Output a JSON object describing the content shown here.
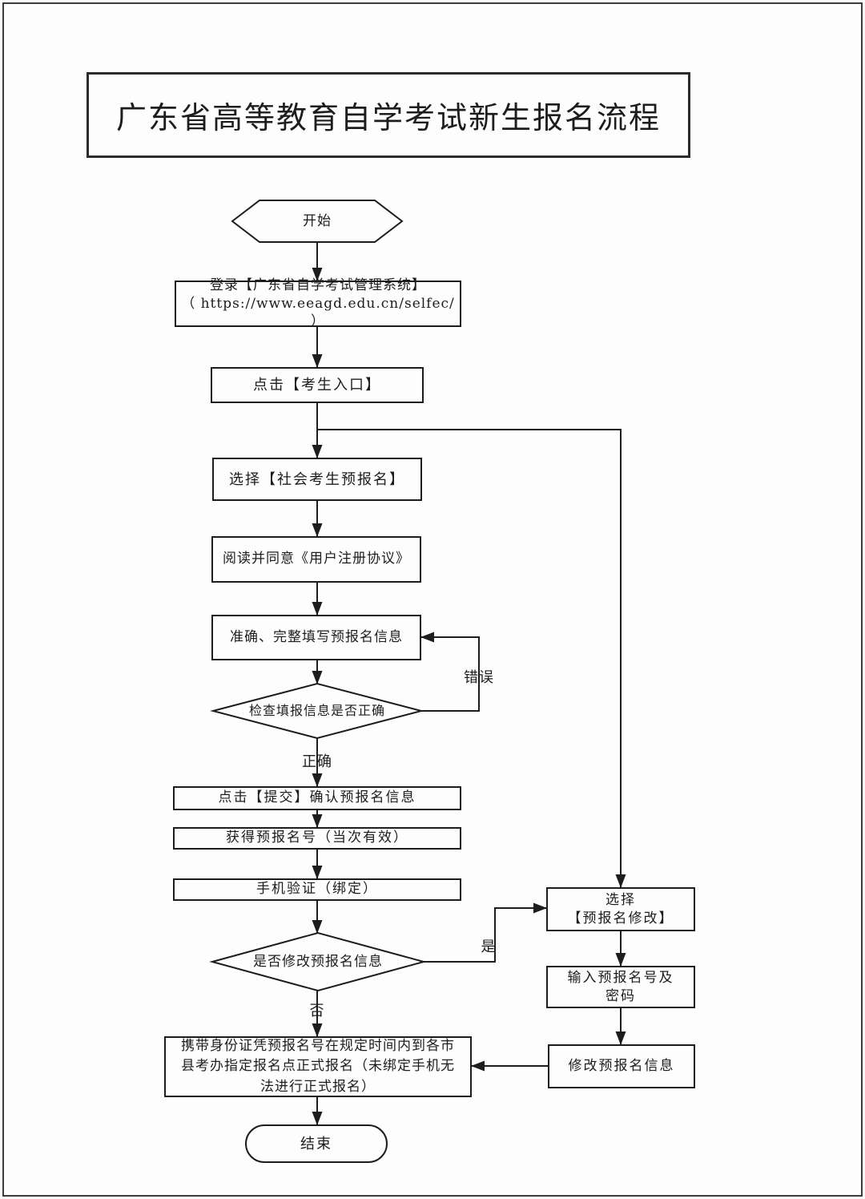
{
  "page": {
    "title": "广东省高等教育自学考试新生报名流程"
  },
  "colors": {
    "line": "#1d1d1d",
    "background": "#fdfdfd"
  },
  "nodes": {
    "start": "开始",
    "login": {
      "line1": "登录【广东省自学考试管理系统】",
      "line2": "（ https://www.eeagd.edu.cn/selfec/ ）"
    },
    "entry": "点击【考生入口】",
    "social": "选择【社会考生预报名】",
    "agreement": "阅读并同意《用户注册协议》",
    "fill": "准确、完整填写预报名信息",
    "check": "检查填报信息是否正确",
    "submit": "点击【提交】确认预报名信息",
    "reg_number": "获得预报名号（当次有效）",
    "phone": "手机验证（绑定）",
    "modify_q": "是否修改预报名信息",
    "select_modify": {
      "line1": "选择",
      "line2": "【预报名修改】"
    },
    "input_number": {
      "line1": "输入预报名号及",
      "line2": "密码"
    },
    "modify_info": "修改预报名信息",
    "formal": "携带身份证凭预报名号在规定时间内到各市县考办指定报名点正式报名（未绑定手机无法进行正式报名）",
    "end": "结束"
  },
  "edge_labels": {
    "correct": "正确",
    "error": "错误",
    "yes": "是",
    "no": "否"
  }
}
